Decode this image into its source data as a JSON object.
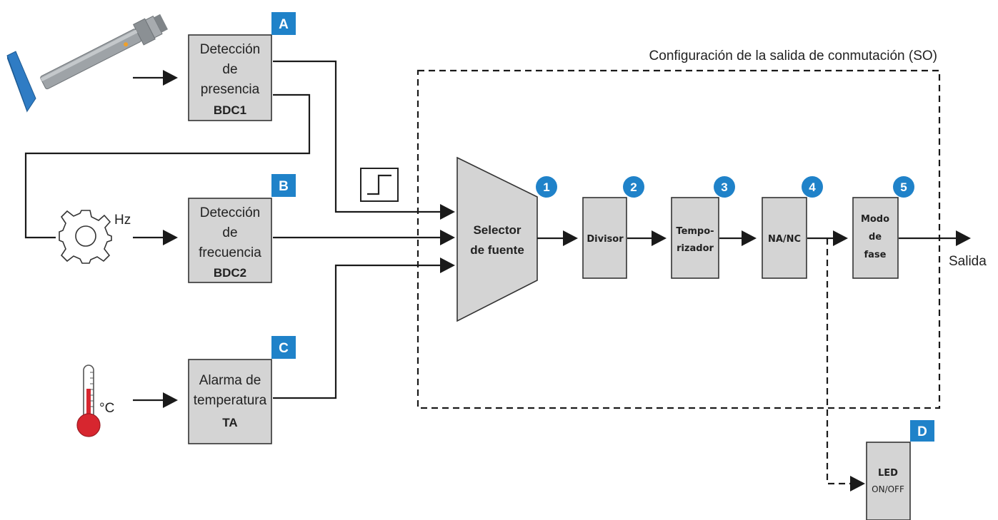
{
  "colors": {
    "badge_blue": "#1f82c9",
    "box_fill": "#d4d4d4",
    "target_blue": "#2f7cc4",
    "thermometer_red": "#d7262f"
  },
  "config_region": {
    "title": "Configuración de la salida de conmutación (SO)"
  },
  "inputs": [
    {
      "letter": "A",
      "lines": [
        "Detección",
        "de",
        "presencia"
      ],
      "code": "BDC1",
      "icon": "inductive-sensor-icon"
    },
    {
      "letter": "B",
      "lines": [
        "Detección",
        "de",
        "frecuencia"
      ],
      "code": "BDC2",
      "icon": "gear-icon",
      "unit": "Hz"
    },
    {
      "letter": "C",
      "lines": [
        "Alarma de",
        "temperatura"
      ],
      "code": "TA",
      "icon": "thermometer-icon",
      "unit": "°C"
    }
  ],
  "stages": [
    {
      "number": "1",
      "lines": [
        "Selector",
        "de fuente"
      ]
    },
    {
      "number": "2",
      "lines": [
        "Divisor"
      ]
    },
    {
      "number": "3",
      "lines": [
        "Tempo-",
        "rizador"
      ]
    },
    {
      "number": "4",
      "lines": [
        "NA/NC"
      ]
    },
    {
      "number": "5",
      "lines": [
        "Modo",
        "de",
        "fase"
      ]
    }
  ],
  "output": {
    "label": "Salida"
  },
  "led": {
    "letter": "D",
    "title": "LED",
    "state": "ON/OFF"
  },
  "step_icon": "step-signal-icon"
}
